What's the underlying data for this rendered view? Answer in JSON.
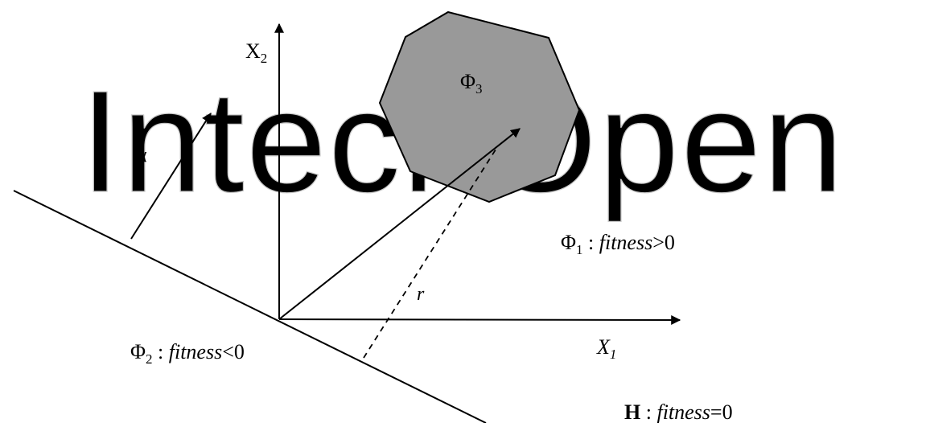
{
  "watermark": {
    "text": "IntechOpen",
    "stroke_color": "#c8c8c8"
  },
  "axes": {
    "x1_label": {
      "base": "X",
      "sub": "1"
    },
    "x2_label": {
      "base": "X",
      "sub": "2"
    }
  },
  "vector_labels": {
    "alpha": "α",
    "r": "r"
  },
  "regions": {
    "phi3": {
      "symbol": "Φ",
      "sub": "3",
      "fill": "#999999"
    },
    "phi1": {
      "symbol": "Φ",
      "sub": "1",
      "sep": " : ",
      "word": "fitness",
      "rel": ">0"
    },
    "phi2": {
      "symbol": "Φ",
      "sub": "2",
      "sep": " : ",
      "word": "fitness",
      "rel": "<0"
    },
    "h": {
      "symbol": "H",
      "sep": " : ",
      "word": "fitness",
      "rel": "=0"
    }
  }
}
